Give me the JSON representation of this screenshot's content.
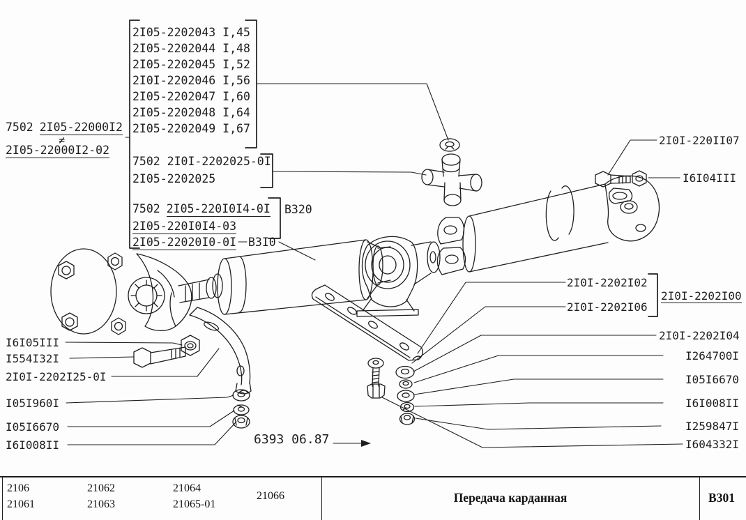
{
  "parts_list": {
    "variants": [
      "2I05-2202043 I,45",
      "2I05-2202044 I,48",
      "2I05-2202045 I,52",
      "2I0I-2202046 I,56",
      "2I05-2202047 I,60",
      "2I05-2202048 I,64",
      "2I05-2202049 I,67"
    ],
    "assembly": {
      "prefix": "7502",
      "code": "2I05-22000I2",
      "inequality": "≠",
      "alt_code": "2I05-22000I2-02"
    },
    "joint_kit": {
      "line1": "7502 2I0I-2202025-0I",
      "line2": "2I05-2202025"
    },
    "support_kit": {
      "prefix": "7502",
      "code": "2I05-220I0I4-0I",
      "alt_code": "2I05-220I0I4-03",
      "view_ref": "B320"
    },
    "front_shaft": {
      "code": "2I05-22020I0-0I",
      "view_ref": "B3I0"
    }
  },
  "callouts": {
    "left": [
      "I6I05III",
      "I554I32I",
      "2I0I-2202I25-0I",
      "I05I960I",
      "I05I6670",
      "I6I008II"
    ],
    "right_top": [
      "2I0I-220II07",
      "I6I04III"
    ],
    "rear_shaft_group": {
      "items": [
        "2I0I-2202I02",
        "2I0I-2202I06"
      ],
      "group_code": "2I0I-2202I00"
    },
    "right_bottom": [
      "2I0I-2202I04",
      "I264700I",
      "I05I6670",
      "I6I008II",
      "I259847I",
      "I604332I"
    ]
  },
  "footnote": "6393 06.87",
  "title_block": {
    "models": [
      [
        "2106",
        "21061"
      ],
      [
        "21062",
        "21063"
      ],
      [
        "21064",
        "21065-01"
      ],
      [
        "21066"
      ]
    ],
    "title": "Передача карданная",
    "sheet": "B301"
  }
}
